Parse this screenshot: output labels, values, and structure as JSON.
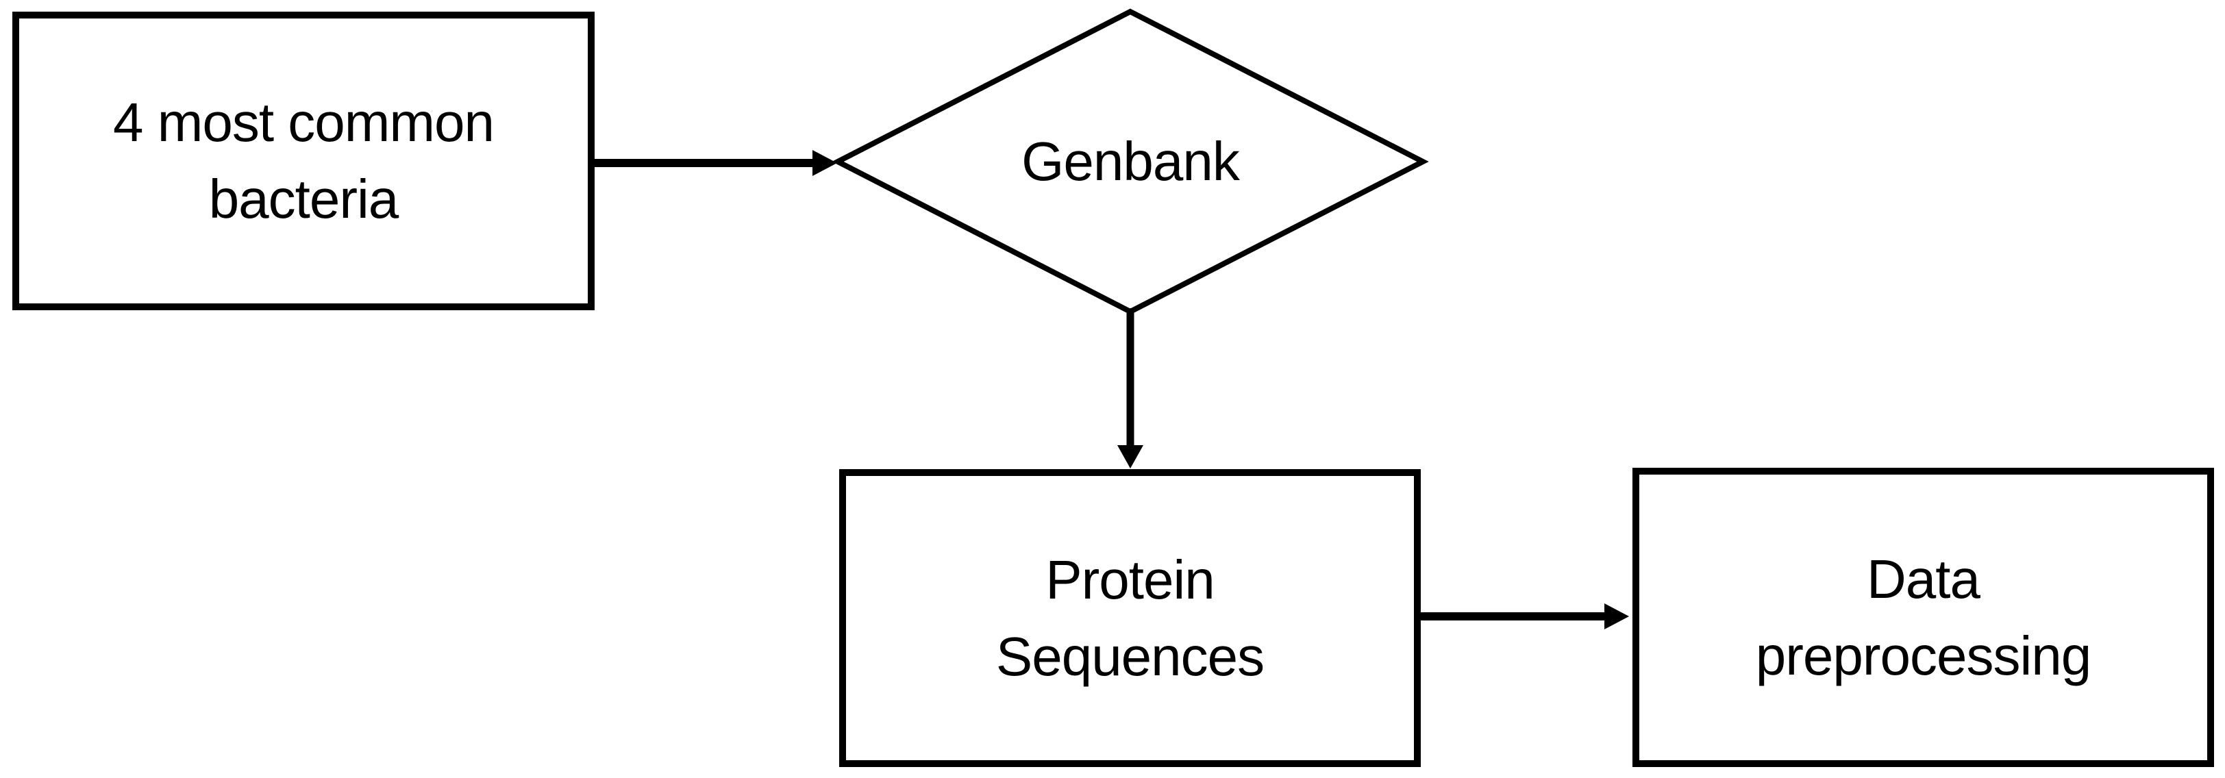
{
  "diagram": {
    "title": "Flowchart: protein sequence data collection pipeline",
    "background_color": "#ffffff",
    "line_color": "#000000",
    "text_color": "#000000",
    "nodes": [
      {
        "id": "bacteria",
        "shape": "rectangle",
        "lines": [
          "4 most common",
          "bacteria"
        ]
      },
      {
        "id": "genbank",
        "shape": "diamond",
        "lines": [
          "Genbank"
        ]
      },
      {
        "id": "protein_sequences",
        "shape": "rectangle",
        "lines": [
          "Protein",
          "Sequences"
        ]
      },
      {
        "id": "data_preprocessing",
        "shape": "rectangle",
        "lines": [
          "Data",
          "preprocessing"
        ]
      }
    ],
    "edges": [
      {
        "from": "bacteria",
        "to": "genbank",
        "type": "arrow",
        "direction": "right"
      },
      {
        "from": "genbank",
        "to": "protein_sequences",
        "type": "arrow",
        "direction": "down"
      },
      {
        "from": "protein_sequences",
        "to": "data_preprocessing",
        "type": "arrow",
        "direction": "right"
      }
    ]
  }
}
